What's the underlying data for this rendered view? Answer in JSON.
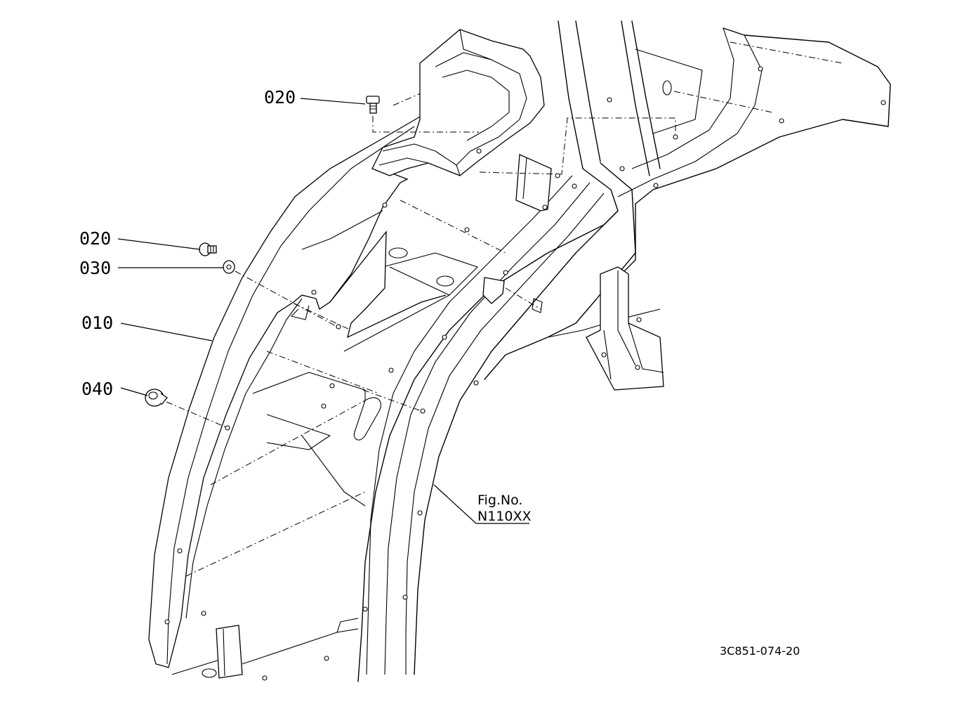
{
  "callouts": [
    {
      "id": "callout-020-top",
      "label": "020"
    },
    {
      "id": "callout-020-middle",
      "label": "020"
    },
    {
      "id": "callout-030",
      "label": "030"
    },
    {
      "id": "callout-010",
      "label": "010"
    },
    {
      "id": "callout-040",
      "label": "040"
    }
  ],
  "figure_reference": {
    "line1": "Fig.No.",
    "line2": "N110XX"
  },
  "drawing_code": "3C851-074-20"
}
